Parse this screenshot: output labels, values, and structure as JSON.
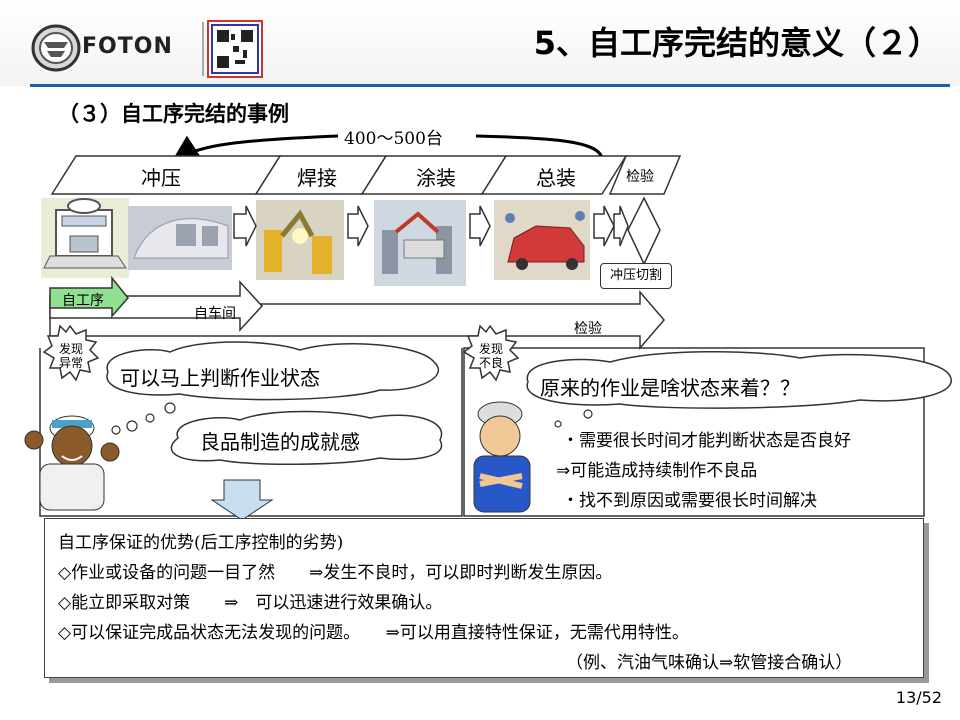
{
  "header": {
    "brand": "FOTON",
    "title": "5、自工序完结的意义（２）"
  },
  "section": {
    "heading": "（３）自工序完结的事例"
  },
  "process": {
    "cycle_label": "400～500台",
    "stages": [
      "冲压",
      "焊接",
      "涂装",
      "总装",
      "检验"
    ],
    "cut_label": "冲压切割",
    "flow_arrows": [
      "自工序",
      "自车间",
      "检验"
    ]
  },
  "left_panel": {
    "badge": "发现\n异常",
    "cloud1": "可以马上判断作业状态",
    "cloud2": "良品制造的成就感"
  },
  "right_panel": {
    "badge": "发现\n不良",
    "cloud": "原来的作业是啥状态来着？？",
    "items": [
      "・需要很长时间才能判断状态是否良好",
      "⇒可能造成持续制作不良品",
      "・找不到原因或需要很长时间解决"
    ]
  },
  "summary": {
    "lines": [
      "自工序保证的优势(后工序控制的劣势)",
      "◇作业或设备的问题一目了然　　⇒发生不良时，可以即时判断发生原因。",
      "◇能立即采取对策　　⇒　可以迅速进行效果确认。",
      "◇可以保证完成品状态无法发现的问题。　　⇒可以用直接特性保证，无需代用特性。",
      "（例、汽油气味确认⇒软管接合确认）"
    ]
  },
  "footer": {
    "page": "13/52"
  },
  "colors": {
    "rule": "#1c5fa6",
    "self_process_arrow": "#8fe08f",
    "down_arrow": "#c7ddf0"
  }
}
